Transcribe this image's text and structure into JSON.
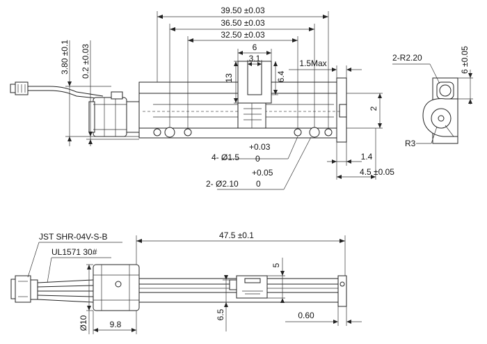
{
  "top_view": {
    "dim_total": "39.50 ±0.03",
    "dim_mid": "36.50 ±0.03",
    "dim_inner": "32.50 ±0.03",
    "dim_slot_outer": "6",
    "dim_slot_inner": "3.1",
    "dim_stroke_gap": "1.5Max",
    "dim_slot_height": "13",
    "dim_slot_depth": "6.4",
    "dim_wire_offset": "3.80 ±0.1",
    "dim_shaft_offset": "0.2 ±0.03",
    "dim_right_height": "2",
    "dim_right_small": "1.4",
    "dim_right_width": "4.5 ±0.05",
    "hole_small_label": "4- Ø1.5",
    "hole_small_tol_upper": "+0.03",
    "hole_small_tol_lower": "0",
    "hole_large_label": "2- Ø2.10",
    "hole_large_tol_upper": "+0.05",
    "hole_large_tol_lower": "0"
  },
  "end_view": {
    "radius_label": "2-R2.20",
    "r3_label": "R3",
    "height_label": "6 ±0.05"
  },
  "side_view": {
    "connector_label": "JST SHR-04V-S-B",
    "wire_label": "UL1571  30#",
    "length_label": "47.5 ±0.1",
    "diameter_label": "Ø10",
    "body_length_label": "9.8",
    "slider_height_label": "5",
    "base_offset_label": "6.5",
    "plate_thickness_label": "0.60"
  }
}
